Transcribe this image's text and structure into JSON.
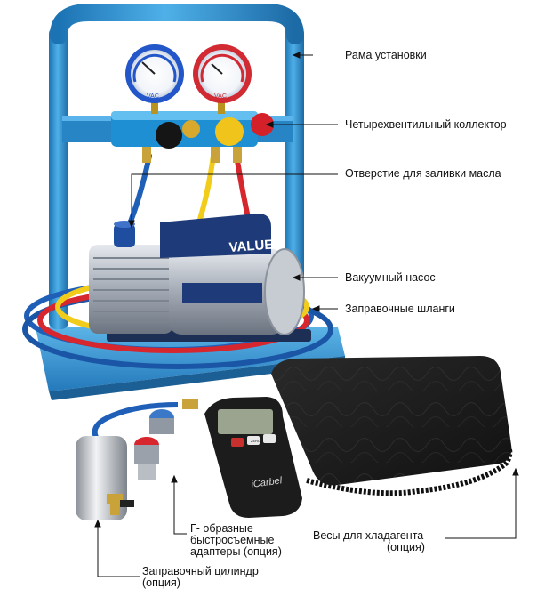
{
  "callouts": {
    "frame": "Рама установки",
    "manifold": "Четырехвентильный коллектор",
    "oil_port": "Отверстие для заливки масла",
    "vacuum_pump": "Вакуумный насос",
    "hoses": "Заправочные шланги",
    "adapters": [
      "Г- образные",
      "быстросъемные",
      "адаптеры (опция)"
    ],
    "cylinder": [
      "Заправочный цилиндр",
      "(опция)"
    ],
    "scale": [
      "Весы для хладагента",
      "(опция)"
    ]
  },
  "device_text": {
    "pump_brand": "VALUE",
    "scale_brand": "iCarbel",
    "gauge_left": "VAC",
    "gauge_right": "VAC",
    "keys": [
      "",
      "ZERO",
      ""
    ]
  },
  "colors": {
    "frame_blue": "#2b8fd0",
    "hose_red": "#d6262e",
    "hose_yellow": "#f2cc1b",
    "hose_blue": "#1f5fb8"
  }
}
